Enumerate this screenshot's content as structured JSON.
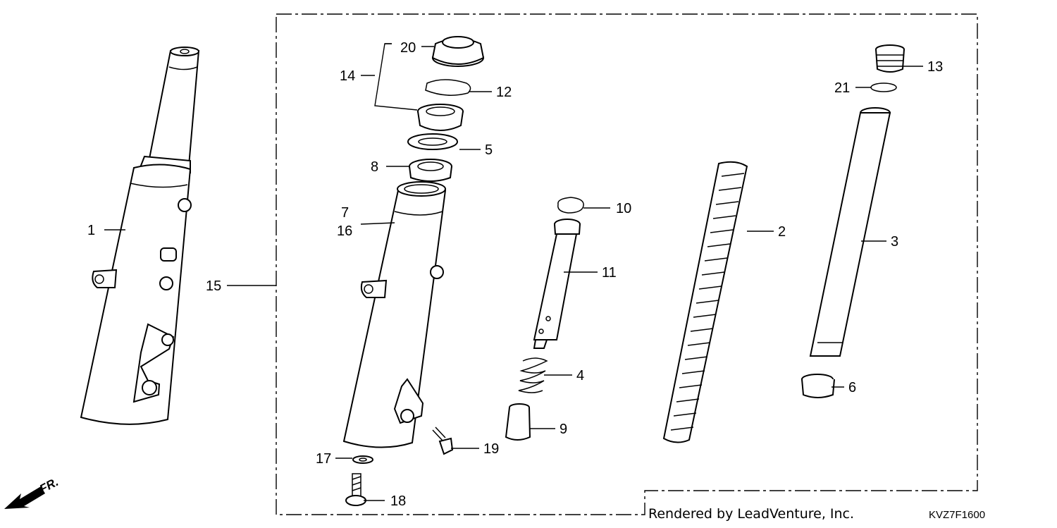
{
  "callouts": {
    "c1": "1",
    "c2": "2",
    "c3": "3",
    "c4": "4",
    "c5": "5",
    "c6": "6",
    "c7": "7",
    "c8": "8",
    "c9": "9",
    "c10": "10",
    "c11": "11",
    "c12": "12",
    "c13": "13",
    "c14": "14",
    "c15": "15",
    "c16": "16",
    "c17": "17",
    "c18": "18",
    "c19": "19",
    "c20": "20",
    "c21": "21"
  },
  "direction_marker": "FR.",
  "render_credit": "Rendered by LeadVenture, Inc.",
  "diagram_code": "KVZ7F1600",
  "icons": {
    "direction": "front-arrow-icon"
  }
}
